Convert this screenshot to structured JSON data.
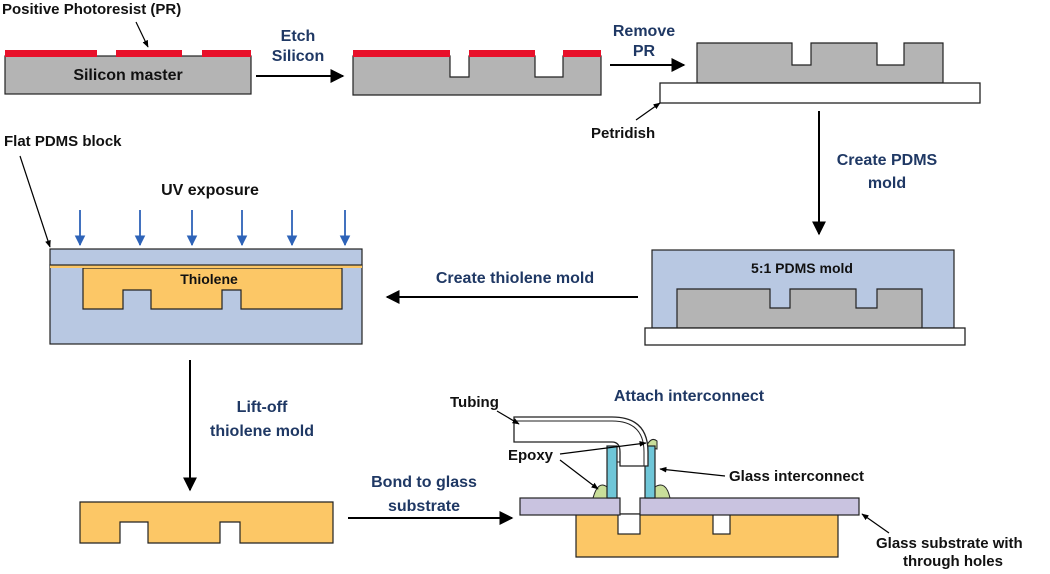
{
  "colors": {
    "silicon": "#b4b4b4",
    "photoresist": "#e8102a",
    "pdms": "#b8c8e2",
    "thiolene": "#fcc766",
    "glass_substrate": "#c9c3e0",
    "interconnect": "#6fc6d8",
    "epoxy": "#c9de9a",
    "step_text": "#1f3864",
    "uv_arrow": "#2e63b8"
  },
  "labels": {
    "photoresist": "Positive Photoresist (PR)",
    "silicon_master": "Silicon master",
    "petridish": "Petridish",
    "flat_pdms_block": "Flat PDMS block",
    "uv_exposure": "UV exposure",
    "thiolene": "Thiolene",
    "pdms_mold": "5:1 PDMS mold",
    "tubing": "Tubing",
    "epoxy": "Epoxy",
    "glass_interconnect": "Glass interconnect",
    "glass_substrate_1": "Glass substrate with",
    "glass_substrate_2": "through holes"
  },
  "steps": {
    "etch_1": "Etch",
    "etch_2": "Silicon",
    "remove_1": "Remove",
    "remove_2": "PR",
    "create_pdms_1": "Create PDMS",
    "create_pdms_2": "mold",
    "create_thiolene": "Create thiolene mold",
    "liftoff_1": "Lift-off",
    "liftoff_2": "thiolene mold",
    "bond_1": "Bond to glass",
    "bond_2": "substrate",
    "attach": "Attach interconnect"
  },
  "icons": {
    "step_arrow": "arrow-right-icon",
    "uv_arrow": "arrow-down-icon"
  }
}
